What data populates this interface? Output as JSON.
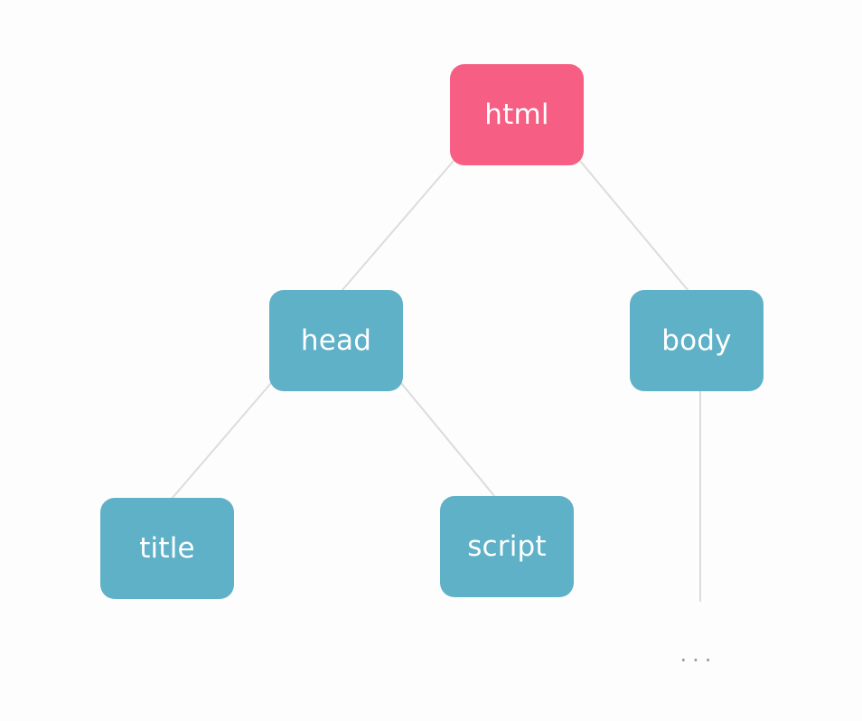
{
  "tree": {
    "nodes": {
      "html": "html",
      "head": "head",
      "body": "body",
      "title": "title",
      "script": "script"
    },
    "more": "...",
    "colors": {
      "root": "#f65e83",
      "child": "#5fb1c8",
      "edge": "#dcdcdc"
    }
  }
}
